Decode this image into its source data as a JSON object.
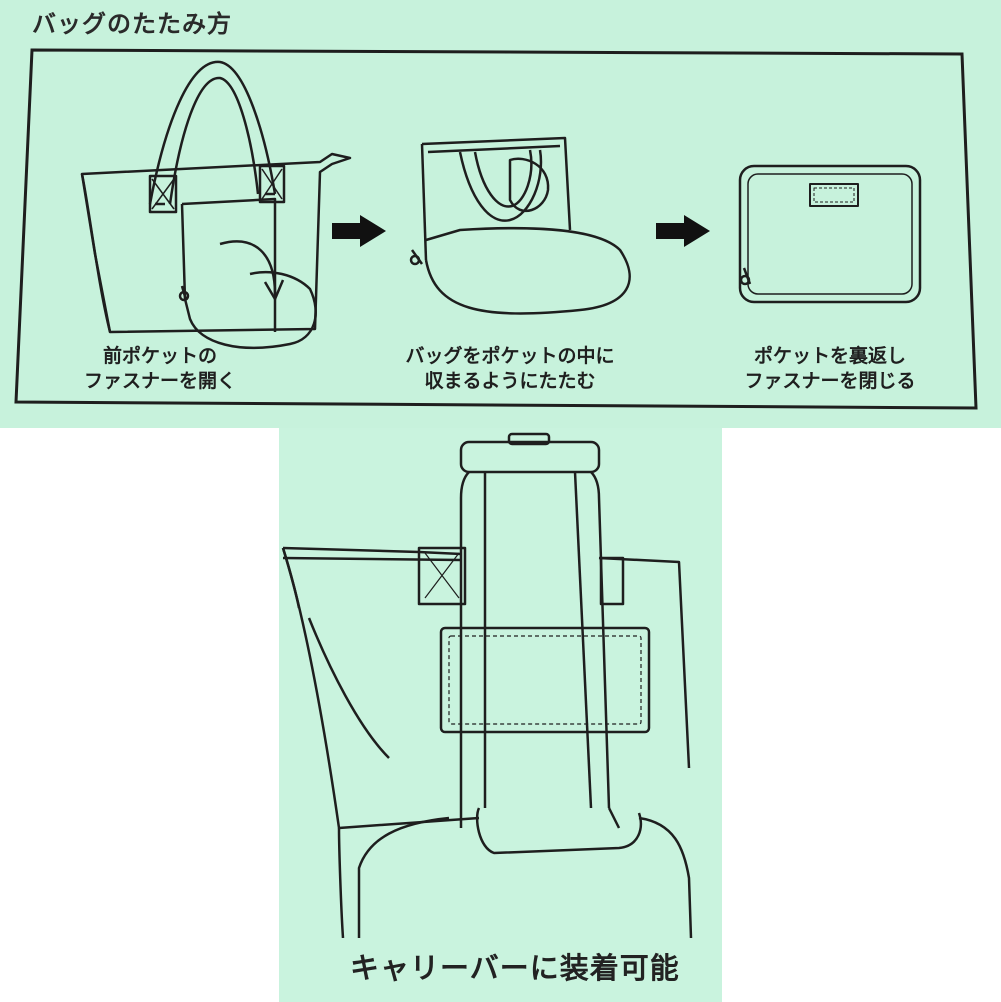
{
  "folding": {
    "title": "バッグのたたみ方",
    "steps": [
      {
        "line1": "前ポケットの",
        "line2": "ファスナーを開く"
      },
      {
        "line1": "バッグをポケットの中に",
        "line2": "収まるようにたたむ"
      },
      {
        "line1": "ポケットを裏返し",
        "line2": "ファスナーを閉じる"
      }
    ]
  },
  "carry": {
    "caption": "キャリーバーに装着可能"
  },
  "colors": {
    "background": "#c7f2dc",
    "line": "#1e1e1e"
  }
}
